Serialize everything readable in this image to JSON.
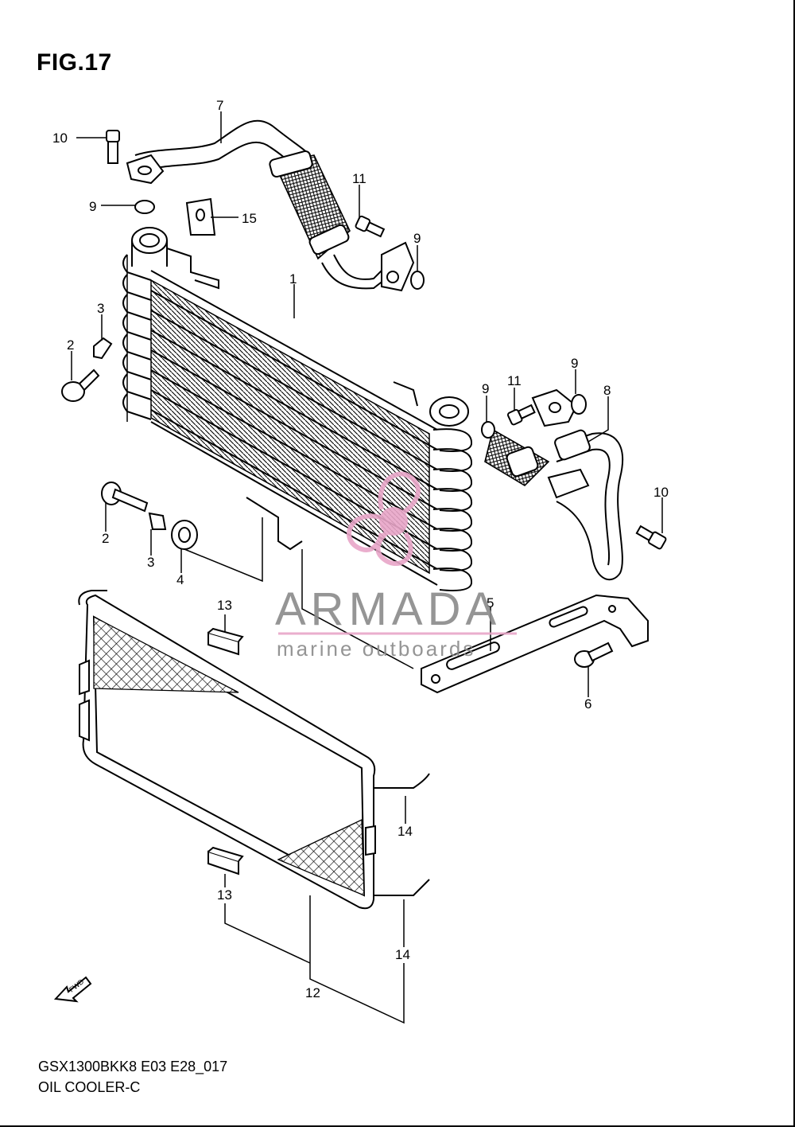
{
  "figure": {
    "title": "FIG.17",
    "model_code": "GSX1300BKK8 E03 E28_017",
    "section_name": "OIL COOLER-C",
    "fwd_marker": "FWD"
  },
  "watermark": {
    "brand": "ARMADA",
    "tagline": "marine outboards",
    "accent_color": "#e8a6c8",
    "text_color": "#8a8a8a"
  },
  "callouts": [
    "7",
    "10",
    "9",
    "15",
    "11",
    "9",
    "1",
    "3",
    "2",
    "9",
    "11",
    "9",
    "8",
    "2",
    "3",
    "4",
    "10",
    "13",
    "5",
    "6",
    "14",
    "13",
    "14",
    "12"
  ]
}
